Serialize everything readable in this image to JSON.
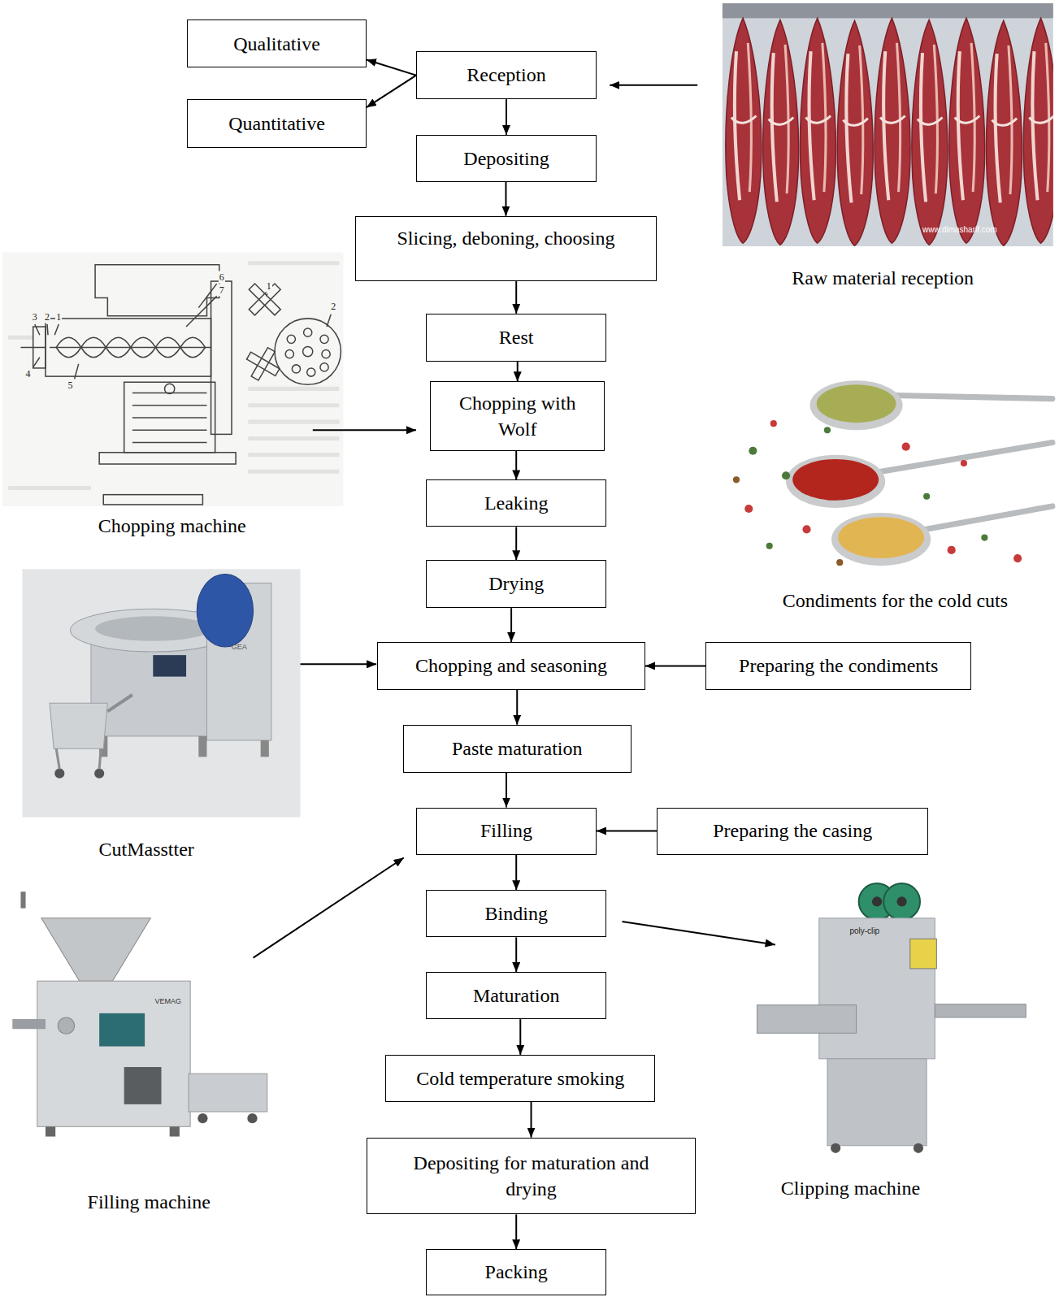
{
  "diagram": {
    "nodes": [
      {
        "text": [
          "Qualitative"
        ]
      },
      {
        "text": [
          "Reception"
        ]
      },
      {
        "text": [
          "Quantitative"
        ]
      },
      {
        "text": [
          "Depositing"
        ]
      },
      {
        "text": [
          "Slicing, deboning, choosing"
        ]
      },
      {
        "text": [
          "Rest"
        ]
      },
      {
        "text": [
          "Chopping with Wolf"
        ]
      },
      {
        "text": [
          "Leaking"
        ]
      },
      {
        "text": [
          "Drying"
        ]
      },
      {
        "text": [
          "Chopping and seasoning"
        ]
      },
      {
        "text": [
          "Preparing the condiments"
        ]
      },
      {
        "text": [
          "Paste maturation"
        ]
      },
      {
        "text": [
          "Filling"
        ]
      },
      {
        "text": [
          "Preparing the casing"
        ]
      },
      {
        "text": [
          "Binding"
        ]
      },
      {
        "text": [
          "Maturation"
        ]
      },
      {
        "text": [
          "Cold temperature smoking"
        ]
      },
      {
        "text": [
          "Depositing for maturation and drying"
        ]
      },
      {
        "text": [
          "Packing"
        ]
      }
    ],
    "edges": [
      {
        "from": 1,
        "to": 0,
        "arrow": "to"
      },
      {
        "from": 1,
        "to": 2,
        "arrow": "to"
      },
      {
        "from": 1,
        "to": 3,
        "arrow": "to"
      },
      {
        "from": 3,
        "to": 4,
        "arrow": "to"
      },
      {
        "from": 4,
        "to": 5,
        "arrow": "to"
      },
      {
        "from": 5,
        "to": 6,
        "arrow": "to"
      },
      {
        "from": 6,
        "to": 7,
        "arrow": "to"
      },
      {
        "from": 7,
        "to": 8,
        "arrow": "to"
      },
      {
        "from": 8,
        "to": 9,
        "arrow": "to"
      },
      {
        "from": 10,
        "to": 9,
        "arrow": "to"
      },
      {
        "from": 9,
        "to": 11,
        "arrow": "to"
      },
      {
        "from": 11,
        "to": 12,
        "arrow": "to"
      },
      {
        "from": 13,
        "to": 12,
        "arrow": "to"
      },
      {
        "from": 12,
        "to": 14,
        "arrow": "to"
      },
      {
        "from": 14,
        "to": 15,
        "arrow": "to"
      },
      {
        "from": 15,
        "to": 16,
        "arrow": "to"
      },
      {
        "from": 16,
        "to": 17,
        "arrow": "to"
      },
      {
        "from": 17,
        "to": 18,
        "arrow": "to"
      }
    ],
    "labels": [
      "Raw material reception",
      "www.dimasharif.com",
      "3",
      "2",
      "1",
      "6",
      "7",
      "4",
      "5",
      "1",
      "2",
      "Chopping machine",
      "Condiments for the cold cuts",
      "GEA",
      "CutMasstter",
      "VEMAG",
      "Filling machine",
      "poly-clip",
      "Clipping machine"
    ]
  }
}
